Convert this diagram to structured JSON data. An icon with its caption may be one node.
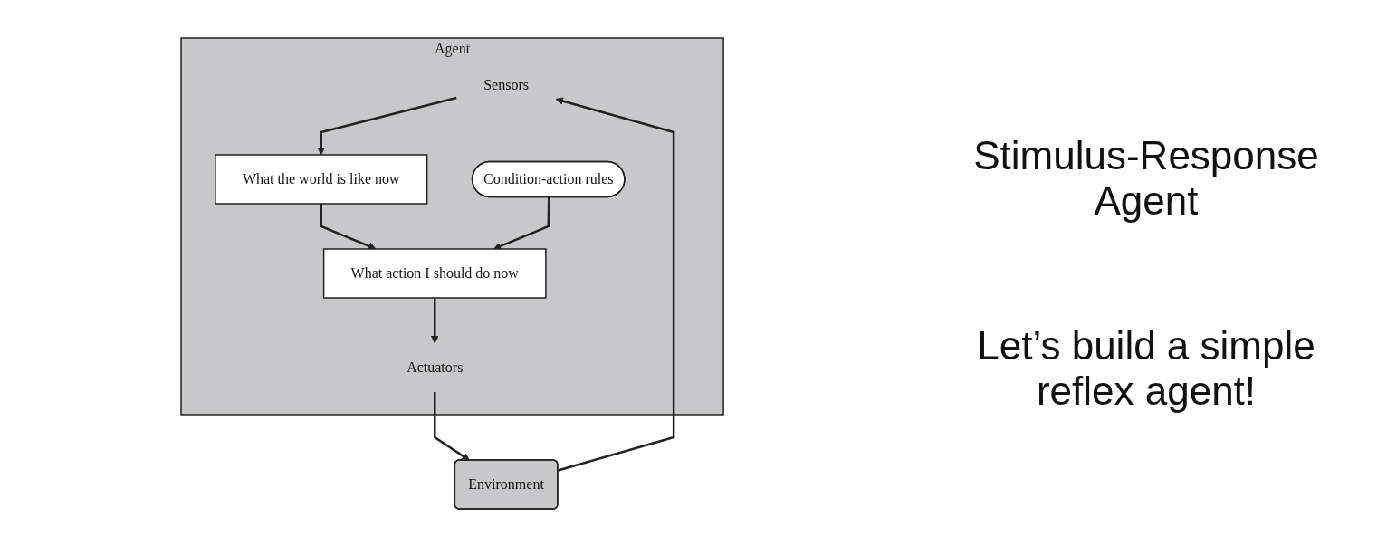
{
  "diagram": {
    "nodes": [
      {
        "text": [
          "Agent"
        ]
      },
      {
        "text": [
          "Sensors"
        ],
        "in": 0
      },
      {
        "text": [
          "What the world is like now"
        ],
        "in": 0
      },
      {
        "text": [
          "Condition-action rules"
        ],
        "in": 0
      },
      {
        "text": [
          "What action I should do now"
        ],
        "in": 0
      },
      {
        "text": [
          "Actuators"
        ],
        "in": 0
      },
      {
        "text": [
          "Environment"
        ]
      }
    ],
    "edges": [
      {
        "from": 6,
        "to": 1,
        "arrow": "to"
      },
      {
        "from": 1,
        "to": 2,
        "arrow": "to"
      },
      {
        "from": 2,
        "to": 4,
        "arrow": "to"
      },
      {
        "from": 3,
        "to": 4,
        "arrow": "to"
      },
      {
        "from": 4,
        "to": 5,
        "arrow": "to"
      },
      {
        "from": 5,
        "to": 6,
        "arrow": "to"
      }
    ],
    "labels": [
      "Stimulus-Response Agent",
      "Let’s build a simple reflex agent!"
    ]
  }
}
